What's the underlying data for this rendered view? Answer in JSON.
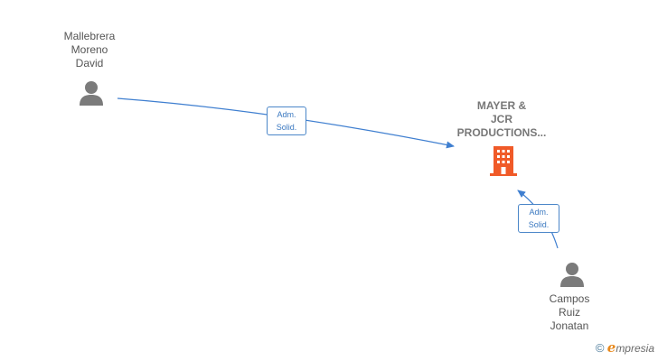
{
  "nodes": {
    "person1": {
      "lines": [
        "Mallebrera",
        "Moreno",
        "David"
      ],
      "icon": "person-icon"
    },
    "company": {
      "lines": [
        "MAYER &",
        "JCR",
        "PRODUCTIONS..."
      ],
      "icon": "building-icon"
    },
    "person2": {
      "lines": [
        "Campos",
        "Ruiz",
        "Jonatan"
      ],
      "icon": "person-icon"
    }
  },
  "edges": [
    {
      "from": "person1",
      "to": "company",
      "label_lines": [
        "Adm.",
        "Solid."
      ]
    },
    {
      "from": "person2",
      "to": "company",
      "label_lines": [
        "Adm.",
        "Solid."
      ]
    }
  ],
  "colors": {
    "person_icon": "#7b7b7b",
    "company_icon": "#f05a28",
    "edge": "#3f7fd0"
  },
  "brand": {
    "copyright": "©",
    "e": "e",
    "rest": "mpresia"
  }
}
